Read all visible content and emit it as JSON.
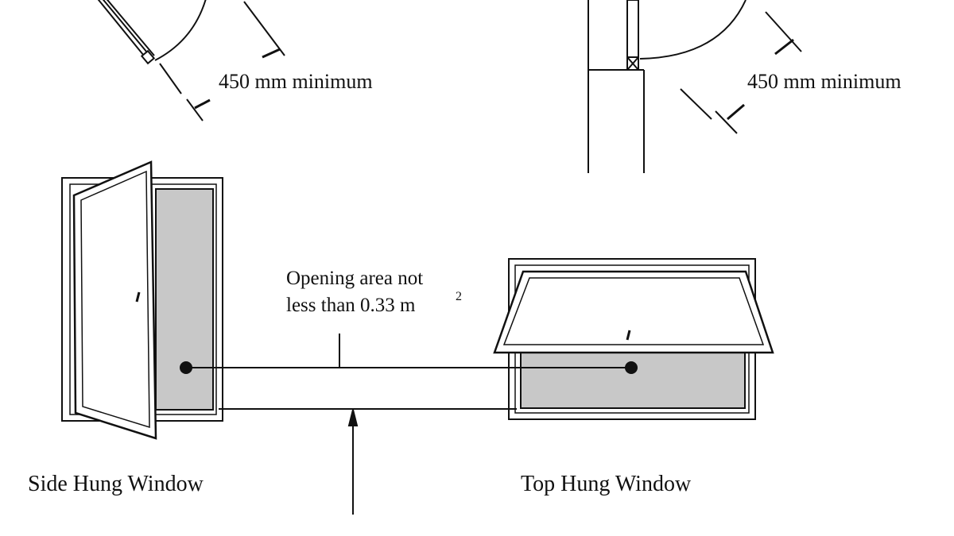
{
  "left_plan": {
    "dimension_label": "450  mm minimum"
  },
  "right_section": {
    "dimension_label": "450  mm minimum"
  },
  "opening_area": {
    "line1": "Opening area not",
    "line2": "less than 0.33 m",
    "superscript": "2"
  },
  "side_hung": {
    "caption": "Side Hung Window"
  },
  "top_hung": {
    "caption": "Top Hung Window"
  },
  "colors": {
    "glass": "#c8c8c8",
    "line": "#111111"
  }
}
